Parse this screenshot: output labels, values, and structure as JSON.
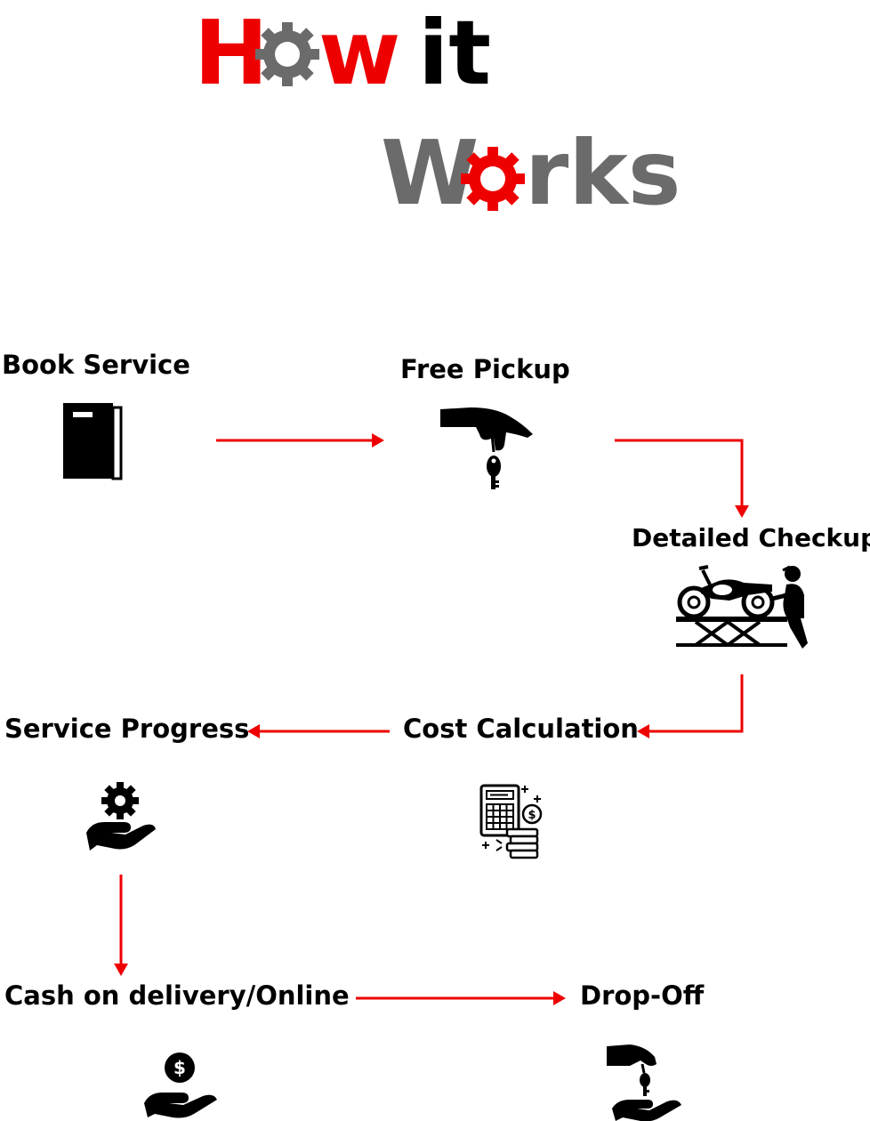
{
  "header": {
    "line1": {
      "h": "H",
      "w": "w",
      "it": "it"
    },
    "line2": {
      "w": "W",
      "rks": "rks"
    }
  },
  "steps": {
    "book_service": "Book Service",
    "free_pickup": "Free Pickup",
    "detailed_checkup": "Detailed Checkup",
    "cost_calculation": "Cost Calculation",
    "service_progress": "Service Progress",
    "cash_on_delivery": "Cash on delivery/Online",
    "drop_off": "Drop-Off"
  },
  "icons": {
    "book_service": "book-icon",
    "free_pickup": "hand-with-key-icon",
    "detailed_checkup": "mechanic-motorbike-lift-icon",
    "cost_calculation": "calculator-coins-icon",
    "service_progress": "hand-with-gear-icon",
    "cash_on_delivery": "hand-with-dollar-coin-icon",
    "drop_off": "key-handover-icon",
    "title_gear_grey": "gear-icon",
    "title_gear_red": "gear-icon"
  },
  "colors": {
    "accent": "#ee0000",
    "title_grey": "#6b6b6b",
    "text": "#000000"
  }
}
